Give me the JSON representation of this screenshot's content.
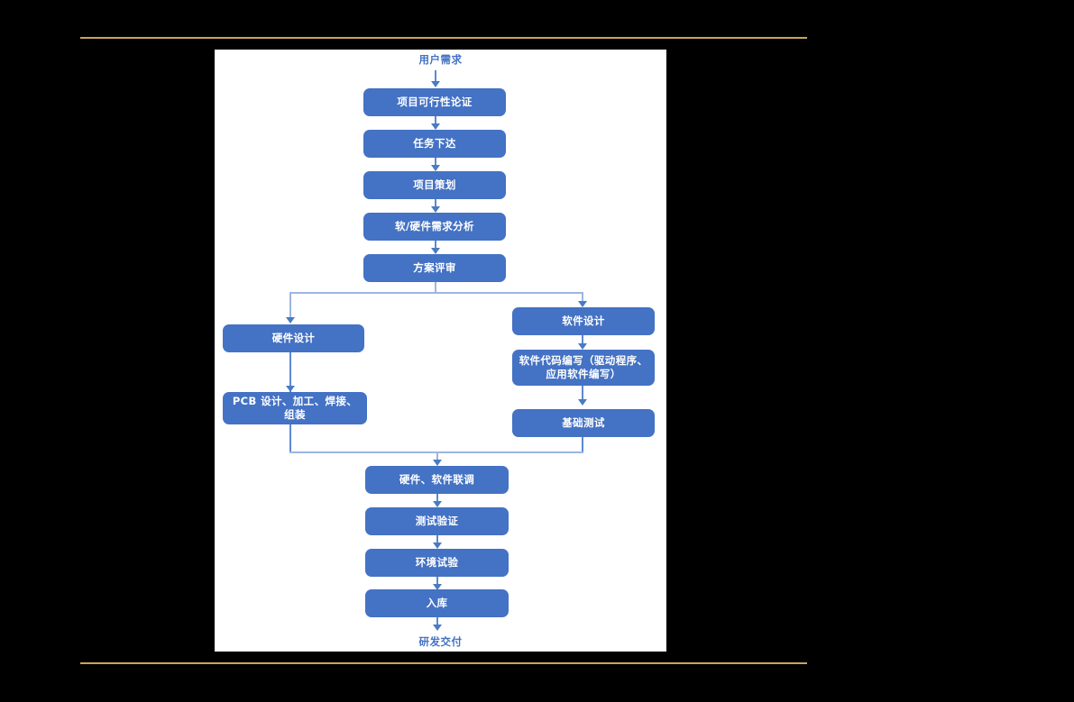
{
  "page": {
    "background_color": "#000000",
    "rule_color": "#C9A55C",
    "panel_color": "#FFFFFF"
  },
  "diagram": {
    "node_fill": "#4472C4",
    "node_text_color": "#FFFFFF",
    "label_text_color": "#4472C4",
    "connector_color": "#9CB6E3",
    "arrow_color": "#4A7BC4",
    "start_label": "用户需求",
    "end_label": "研发交付",
    "main_nodes": [
      {
        "id": "feasibility",
        "label": "项目可行性论证"
      },
      {
        "id": "task-assignment",
        "label": "任务下达"
      },
      {
        "id": "project-planning",
        "label": "项目策划"
      },
      {
        "id": "requirements-analysis",
        "label": "软/硬件需求分析"
      },
      {
        "id": "scheme-review",
        "label": "方案评审"
      }
    ],
    "hardware_branch": [
      {
        "id": "hardware-design",
        "label": "硬件设计"
      },
      {
        "id": "pcb-fabrication",
        "label": "PCB 设计、加工、焊接、组装"
      }
    ],
    "software_branch": [
      {
        "id": "software-design",
        "label": "软件设计"
      },
      {
        "id": "code-writing",
        "label": "软件代码编写（驱动程序、应用软件编写）"
      },
      {
        "id": "basic-test",
        "label": "基础测试"
      }
    ],
    "final_nodes": [
      {
        "id": "hw-sw-integration",
        "label": "硬件、软件联调"
      },
      {
        "id": "test-verification",
        "label": "测试验证"
      },
      {
        "id": "environmental-test",
        "label": "环境试验"
      },
      {
        "id": "warehousing",
        "label": "入库"
      }
    ]
  }
}
